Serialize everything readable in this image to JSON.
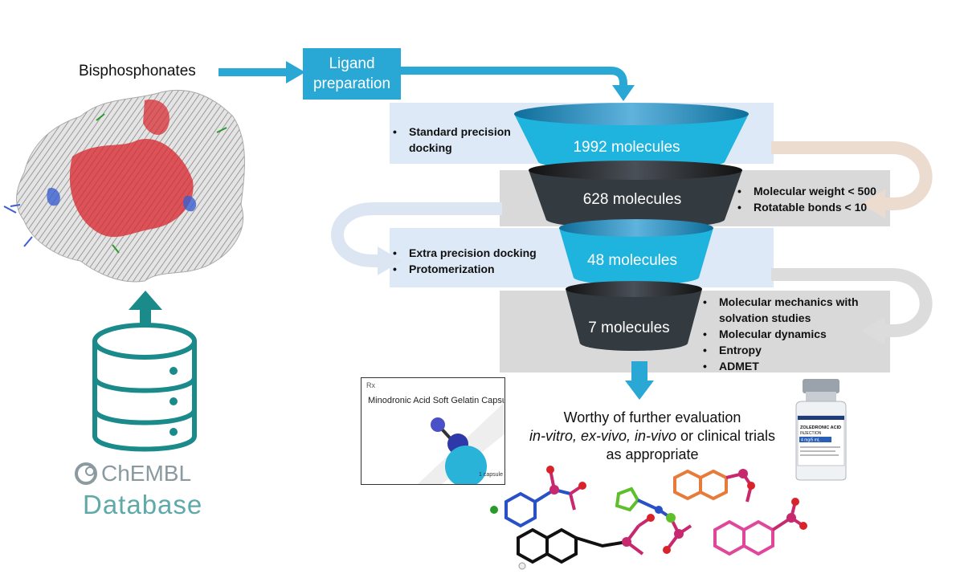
{
  "source_label": "Bisphosphonates",
  "ligand_box": {
    "line1": "Ligand",
    "line2": "preparation"
  },
  "database": {
    "brand": "ChEMBL",
    "label": "Database"
  },
  "funnel": [
    {
      "label": "1992 molecules",
      "color": "#1fb4de",
      "bullets": [
        "Standard precision docking"
      ],
      "side": "left"
    },
    {
      "label": "628 molecules",
      "color": "#333a40",
      "bullets": [
        "Molecular weight < 500",
        "Rotatable bonds < 10"
      ],
      "side": "right"
    },
    {
      "label": "48 molecules",
      "color": "#1fb4de",
      "bullets": [
        "Extra precision docking",
        "Protomerization"
      ],
      "side": "left"
    },
    {
      "label": "7 molecules",
      "color": "#333a40",
      "bullets": [
        "Molecular mechanics with solvation studies",
        "Molecular dynamics",
        "Entropy",
        "ADMET"
      ],
      "side": "right"
    }
  ],
  "capsule_card": {
    "rx": "Rx",
    "title": "Minodronic Acid Soft Gelatin Capsule",
    "footer": "1 capsule"
  },
  "vial_label": {
    "line1": "ZOLEDRONIC ACID",
    "line2": "INJECTION",
    "line3": "4 mg/5 mL"
  },
  "result": {
    "line1": "Worthy of further evaluation",
    "line2_italic": "in-vitro, ex-vivo, in-vivo",
    "line2_rest": " or clinical trials",
    "line3": "as appropriate"
  },
  "colors": {
    "accent": "#29a8d6",
    "teal": "#1a8a8a",
    "band_light": "#dde9f6",
    "band_grey": "#d9d9d9"
  }
}
